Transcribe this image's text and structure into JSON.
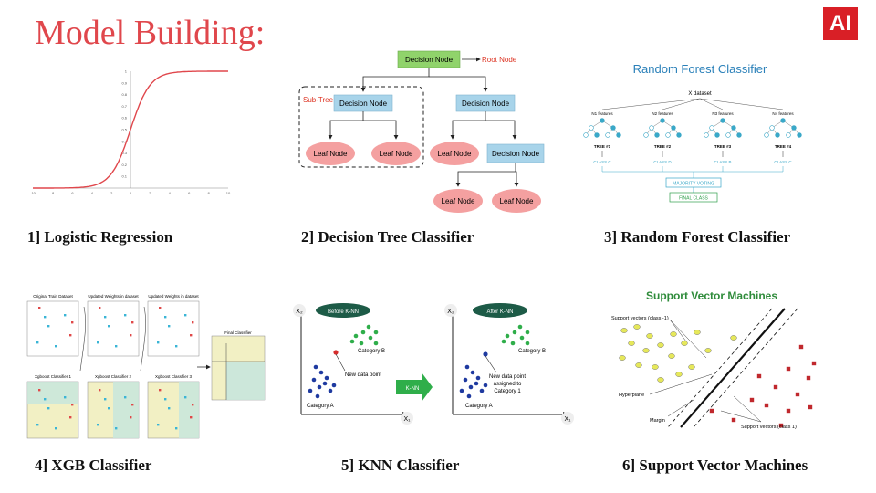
{
  "title": "Model Building:",
  "logo": "AI",
  "captions": [
    "1] Logistic Regression",
    "2] Decision Tree Classifier",
    "3] Random Forest Classifier",
    "4] XGB Classifier",
    "5] KNN Classifier",
    "6] Support Vector Machines"
  ],
  "logistic": {
    "xticks": [
      "-10",
      "-8",
      "-6",
      "-4",
      "-2",
      "0",
      "2",
      "4",
      "6",
      "8",
      "10"
    ],
    "yticks": [
      "0.1",
      "0.2",
      "0.3",
      "0.4",
      "0.5",
      "0.6",
      "0.7",
      "0.8",
      "0.9",
      "1"
    ],
    "curve_color": "#e0474c"
  },
  "tree": {
    "root": "Decision Node",
    "root_label": "Root Node",
    "subtree_label": "Sub-Tree",
    "decision": "Decision Node",
    "leaf": "Leaf Node",
    "root_color": "#90d36b",
    "decision_color": "#a8d4ea",
    "leaf_color": "#f4a0a0"
  },
  "forest": {
    "title": "Random Forest Classifier",
    "dataset": "X dataset",
    "features": [
      "N1 features",
      "N2 features",
      "N3 features",
      "N4 features"
    ],
    "trees": [
      "TREE #1",
      "TREE #2",
      "TREE #3",
      "TREE #4"
    ],
    "classes": [
      "CLASS C",
      "CLASS D",
      "CLASS B",
      "CLASS C"
    ],
    "voting": "MAJORITY VOTING",
    "final": "FINAL CLASS",
    "accent": "#3aa8c8"
  },
  "xgb": {
    "top": [
      "Original Train Dataset",
      "Updated Weights in dataset",
      "Updated Weights in dataset"
    ],
    "bottom": [
      "Xgboost Classifier 1",
      "Xgboost Classifier 2",
      "Xgboost Classifier 3"
    ],
    "final": "Final Classifier"
  },
  "knn": {
    "before": "Before K-NN",
    "after": "After K-NN",
    "cat_a": "Category A",
    "cat_b": "Category B",
    "new_point": "New data point",
    "assigned": [
      "New data point",
      "assigned to",
      "Category 1"
    ],
    "arrow": "K-NN",
    "x2": "X₂",
    "x1": "X₁"
  },
  "svm": {
    "title": "Support Vector Machines",
    "sv_neg": "Support vectors (class -1)",
    "sv_pos": "Support vectors (class 1)",
    "hyperplane": "Hyperplane",
    "margin": "Margin",
    "title_color": "#2e8b3a"
  }
}
